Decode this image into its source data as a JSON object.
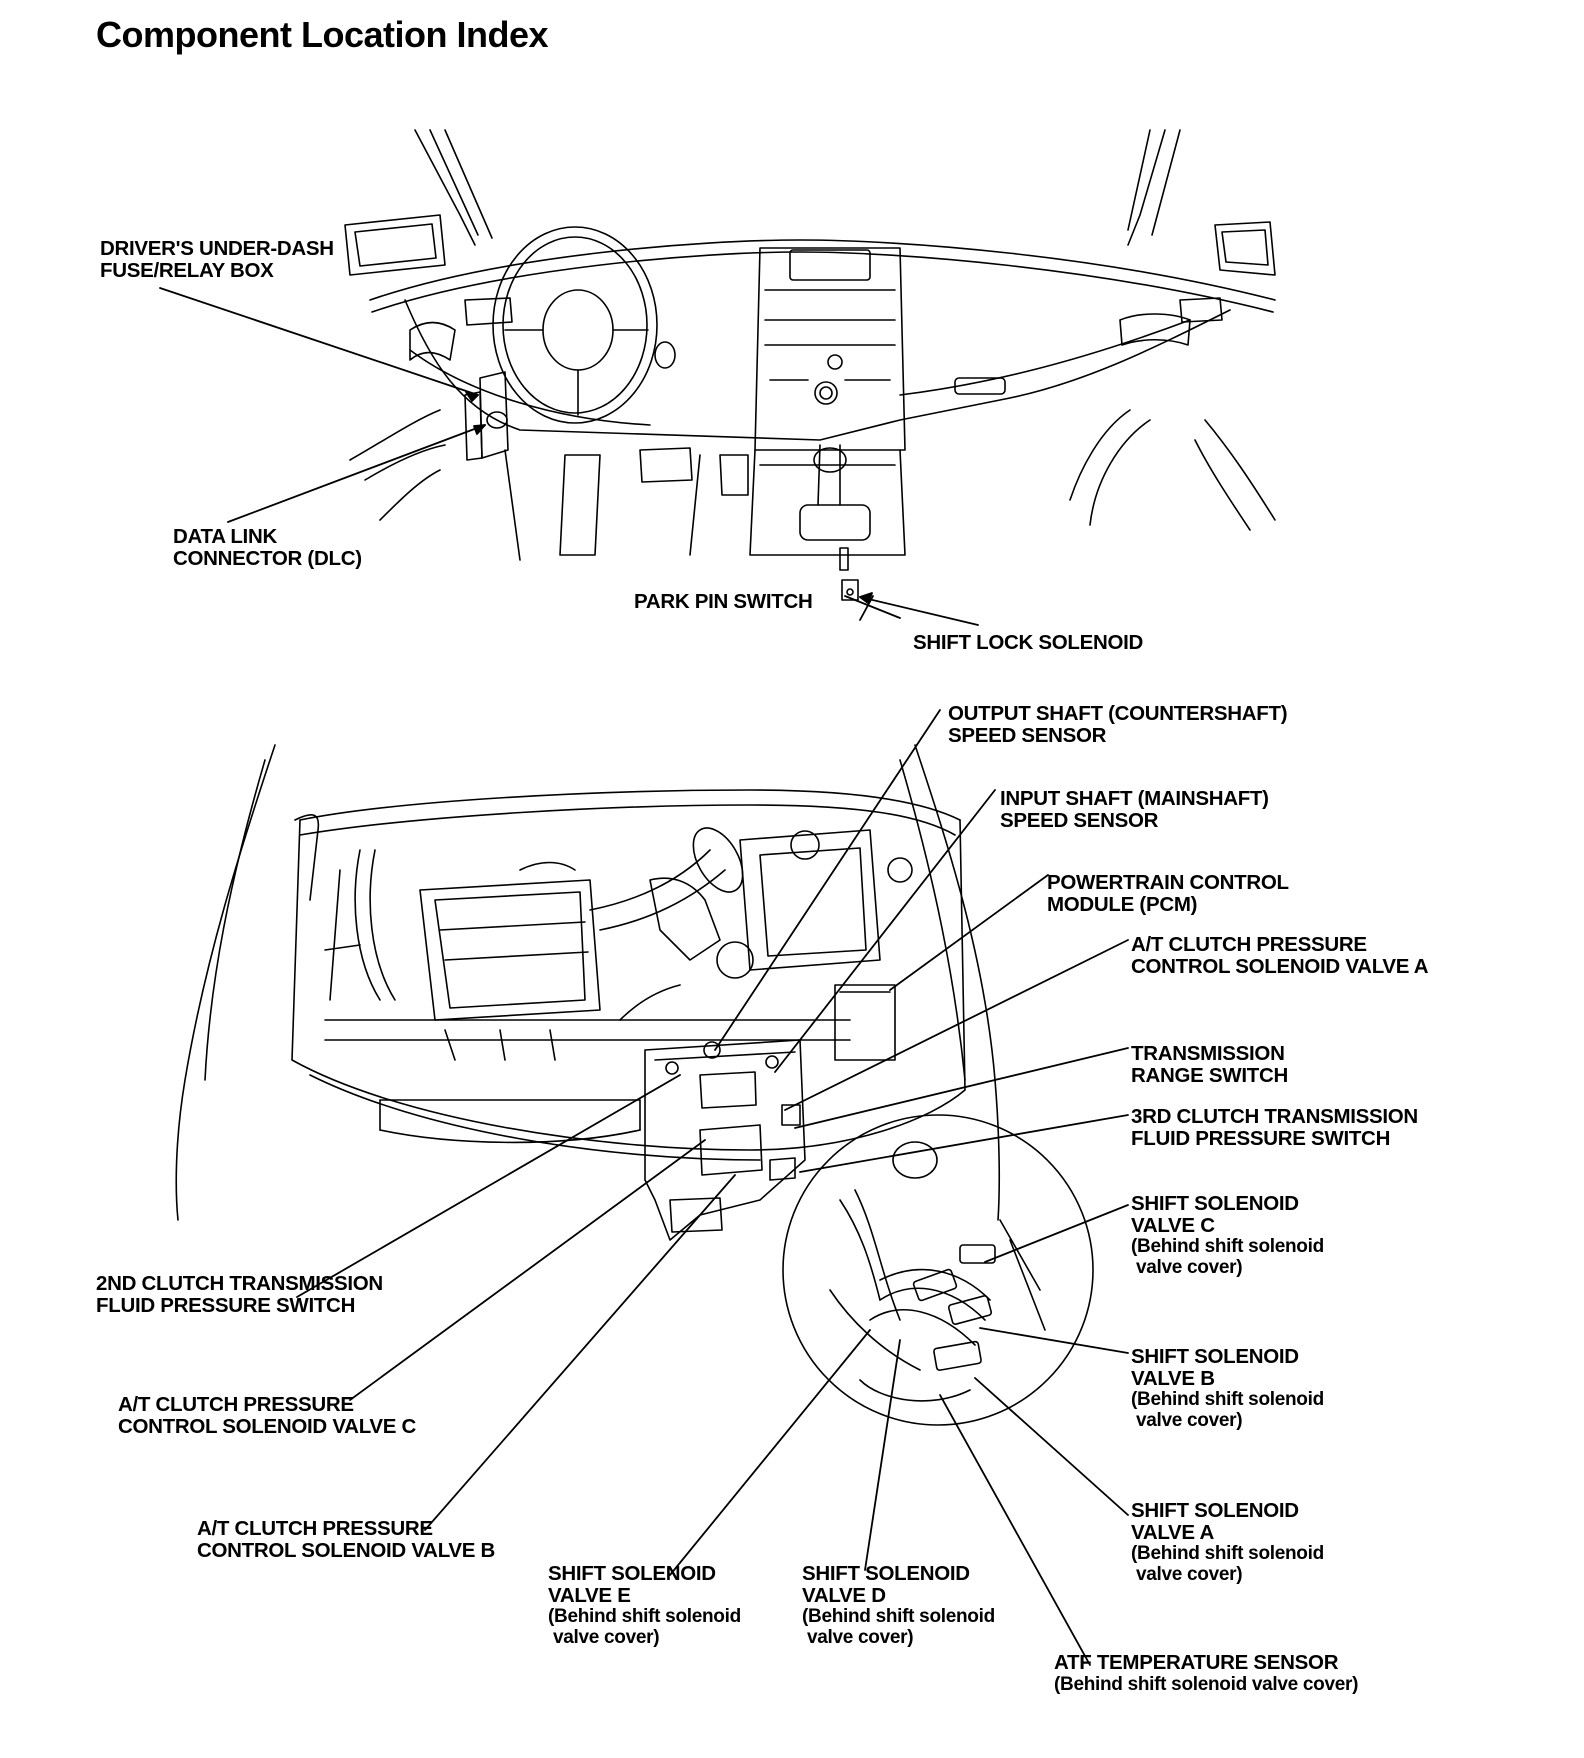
{
  "page_title": "Component Location Index",
  "labels": {
    "underdash_fuse": [
      "DRIVER'S UNDER-DASH",
      "FUSE/RELAY BOX"
    ],
    "dlc": [
      "DATA LINK",
      "CONNECTOR (DLC)"
    ],
    "park_pin": "PARK PIN SWITCH",
    "shift_lock": "SHIFT LOCK SOLENOID",
    "output_shaft": [
      "OUTPUT SHAFT (COUNTERSHAFT)",
      "SPEED SENSOR"
    ],
    "input_shaft": [
      "INPUT SHAFT (MAINSHAFT)",
      "SPEED SENSOR"
    ],
    "pcm": [
      "POWERTRAIN CONTROL",
      "MODULE (PCM)"
    ],
    "atclutch_a": [
      "A/T CLUTCH PRESSURE",
      "CONTROL SOLENOID VALVE A"
    ],
    "range_switch": [
      "TRANSMISSION",
      "RANGE SWITCH"
    ],
    "third_clutch": [
      "3RD CLUTCH TRANSMISSION",
      "FLUID PRESSURE SWITCH"
    ],
    "second_clutch": [
      "2ND CLUTCH TRANSMISSION",
      "FLUID PRESSURE SWITCH"
    ],
    "atclutch_c": [
      "A/T CLUTCH PRESSURE",
      "CONTROL SOLENOID VALVE C"
    ],
    "atclutch_b": [
      "A/T CLUTCH PRESSURE",
      "CONTROL SOLENOID VALVE B"
    ],
    "shift_c": [
      "SHIFT SOLENOID",
      "VALVE C"
    ],
    "shift_c_note": [
      "(Behind shift solenoid",
      " valve cover)"
    ],
    "shift_b": [
      "SHIFT SOLENOID",
      "VALVE B"
    ],
    "shift_b_note": [
      "(Behind shift solenoid",
      " valve cover)"
    ],
    "shift_a": [
      "SHIFT SOLENOID",
      "VALVE A"
    ],
    "shift_a_note": [
      "(Behind shift solenoid",
      " valve cover)"
    ],
    "shift_e": [
      "SHIFT SOLENOID",
      "VALVE E"
    ],
    "shift_e_note": [
      "(Behind shift solenoid",
      " valve cover)"
    ],
    "shift_d": [
      "SHIFT SOLENOID",
      "VALVE D"
    ],
    "shift_d_note": [
      "(Behind shift solenoid",
      " valve cover)"
    ],
    "atf_temp": "ATF TEMPERATURE SENSOR",
    "atf_temp_note": "(Behind shift solenoid valve cover)"
  }
}
